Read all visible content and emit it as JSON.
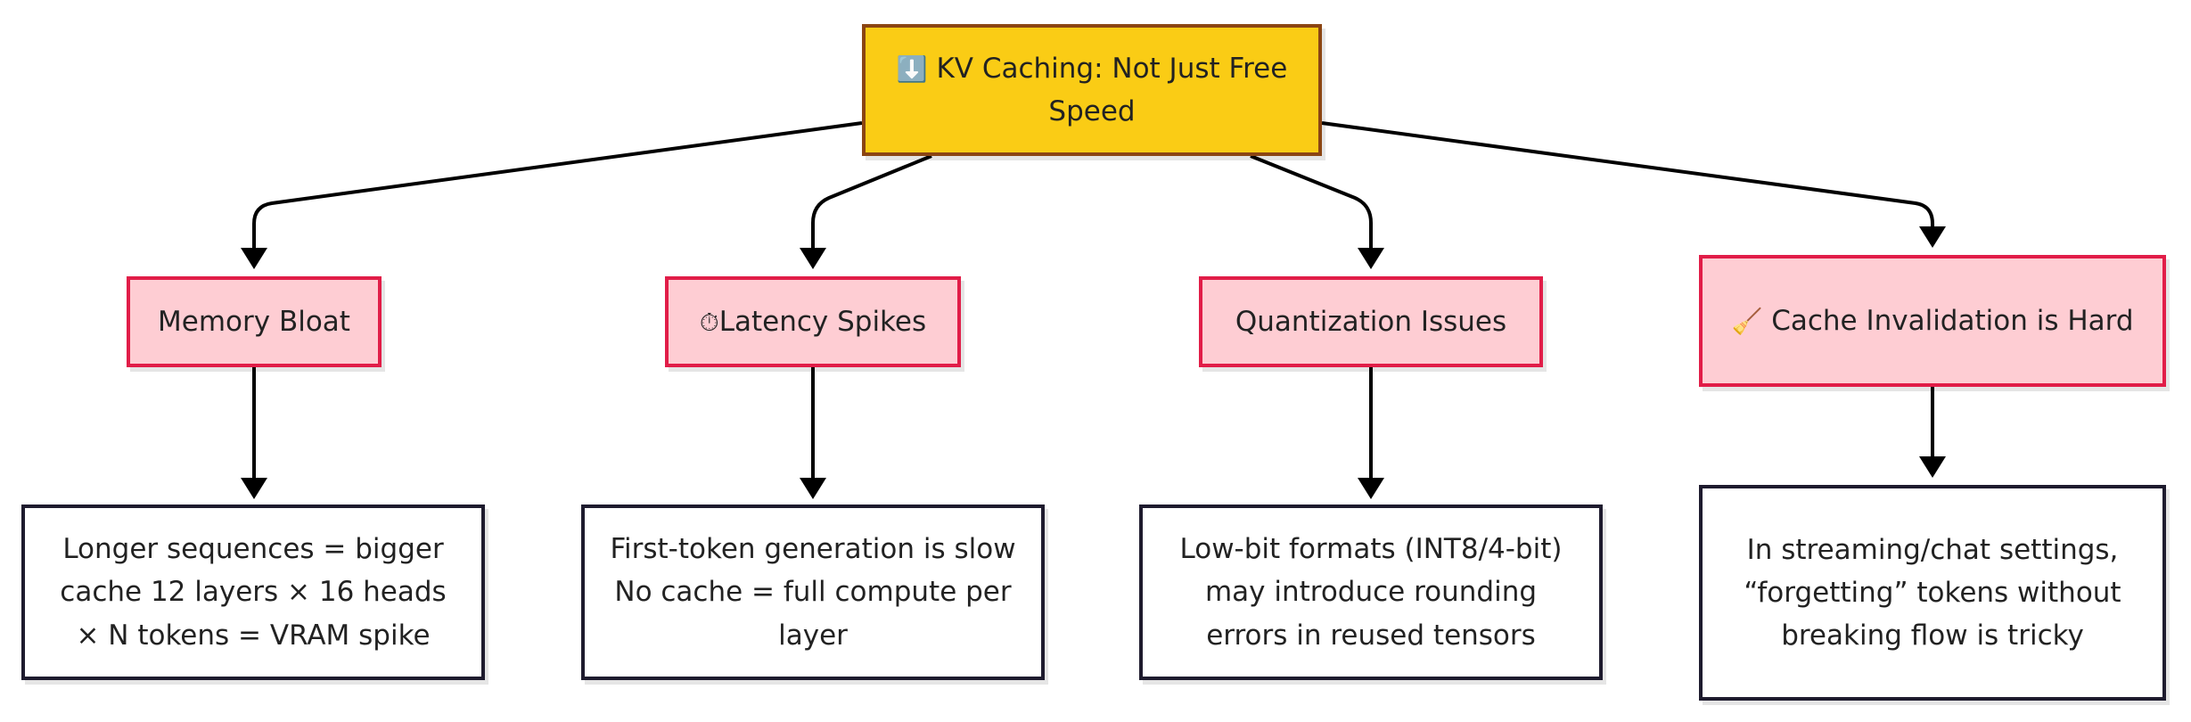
{
  "diagram": {
    "root": {
      "icon": "⬇️",
      "label": "KV Caching: Not Just Free Speed"
    },
    "categories": [
      {
        "icon": "",
        "label": "Memory Bloat",
        "detail": "Longer sequences = bigger cache 12 layers × 16 heads × N tokens = VRAM spike"
      },
      {
        "icon": "⏱",
        "label": "Latency Spikes",
        "detail": "First-token generation is slow No cache = full compute per layer"
      },
      {
        "icon": "",
        "label": "Quantization Issues",
        "detail": "Low-bit formats (INT8/4-bit) may introduce rounding errors in reused tensors"
      },
      {
        "icon": "🧹",
        "label": "Cache Invalidation is Hard",
        "detail": "In streaming/chat settings, “forgetting” tokens without breaking flow is tricky"
      }
    ],
    "colors": {
      "root_fill": "#facc15",
      "root_border": "#8b4513",
      "category_fill": "#fecdd3",
      "category_border": "#e11d48",
      "detail_border": "#1e1b2e",
      "edge": "#000000"
    }
  }
}
